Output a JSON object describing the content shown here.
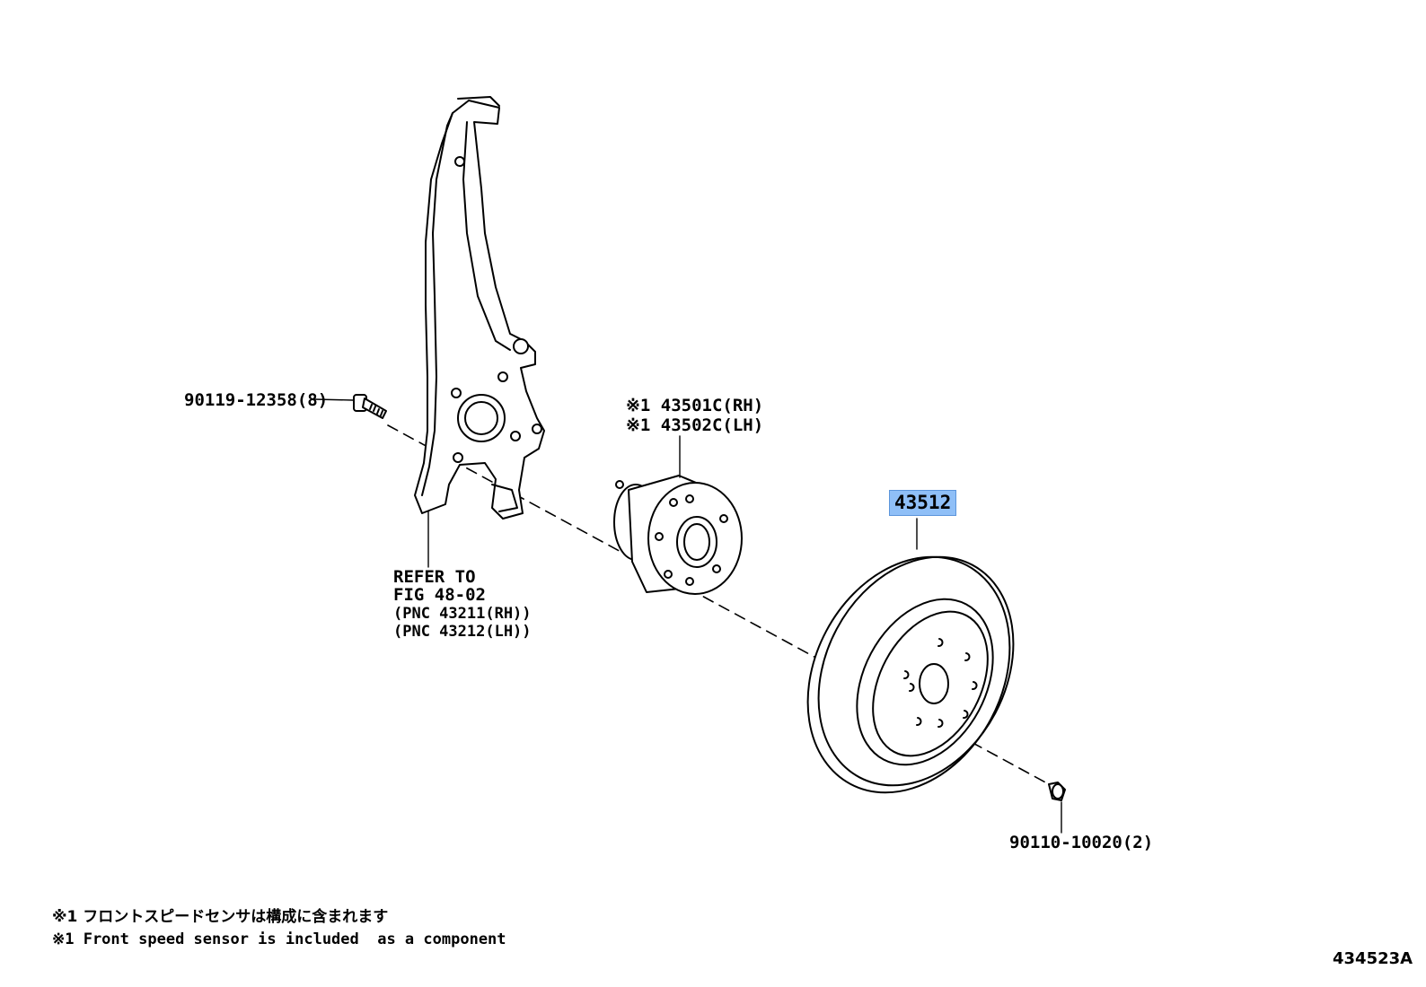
{
  "diagram": {
    "fig_id": "434523A",
    "callouts": {
      "bolt": "90119-12358(8)",
      "hub_rh": "※1 43501C(RH)",
      "hub_lh": "※1 43502C(LH)",
      "disc": "43512",
      "screw": "90110-10020(2)"
    },
    "knuckle_ref": {
      "line1": "REFER TO",
      "line2": "FIG 48-02",
      "line3": "(PNC 43211(RH))",
      "line4": "(PNC 43212(LH))"
    },
    "notes": {
      "jp": "※1 フロントスピードセンサは構成に含まれます",
      "en": "※1 Front speed sensor is included  as a component"
    },
    "highlight_color": "#8fbff7"
  }
}
